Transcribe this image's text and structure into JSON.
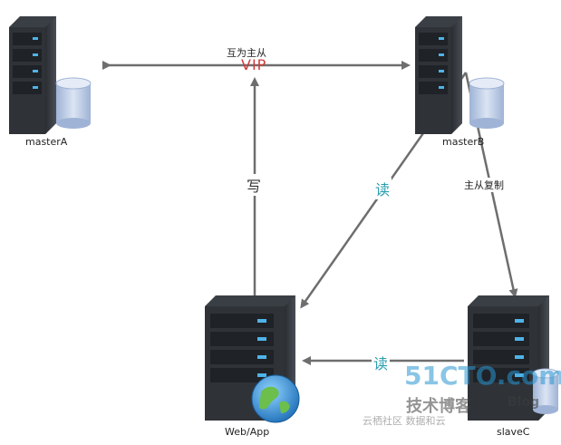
{
  "nodes": {
    "masterA": {
      "label": "masterA",
      "has_db": true
    },
    "masterB": {
      "label": "masterB",
      "has_db": true
    },
    "web": {
      "label": "Web/App",
      "has_globe": true
    },
    "slaveC": {
      "label": "slaveC",
      "has_db": true
    }
  },
  "edges": {
    "master_master": {
      "label": "互为主从"
    },
    "vip": {
      "label": "VIP"
    },
    "write": {
      "label": "写"
    },
    "read_b": {
      "label": "读"
    },
    "replication": {
      "label": "主从复制"
    },
    "read_c": {
      "label": "读"
    }
  },
  "watermark": {
    "brand": "51CTO.com",
    "sub": "技术博客",
    "blog": "Blog",
    "caption": "云栖社区 数据和云"
  },
  "colors": {
    "arrow": "#6e6e6e",
    "vip": "#d23a3a",
    "read": "#2a9db0",
    "server_body": "#2f3338",
    "server_front": "#3a3f45",
    "drive_light": "#4fb3e8",
    "db": "#b9c9e4"
  }
}
